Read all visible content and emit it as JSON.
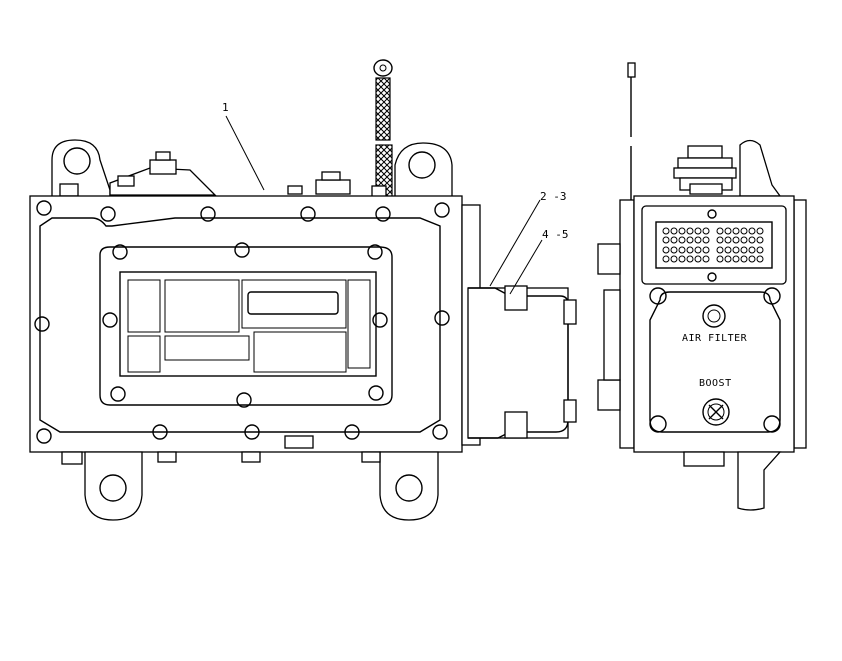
{
  "callouts": {
    "c1": "1",
    "c23": "2 -3",
    "c45": "4 -5"
  },
  "plate": {
    "air_filter": "AIR FILTER",
    "boost": "BOOST"
  },
  "colors": {
    "line": "#000000",
    "background": "#ffffff",
    "harness_sleeve": "#888888"
  },
  "icons": {
    "harness": "braided-ground-strap",
    "connector": "multi-pin-connector"
  }
}
